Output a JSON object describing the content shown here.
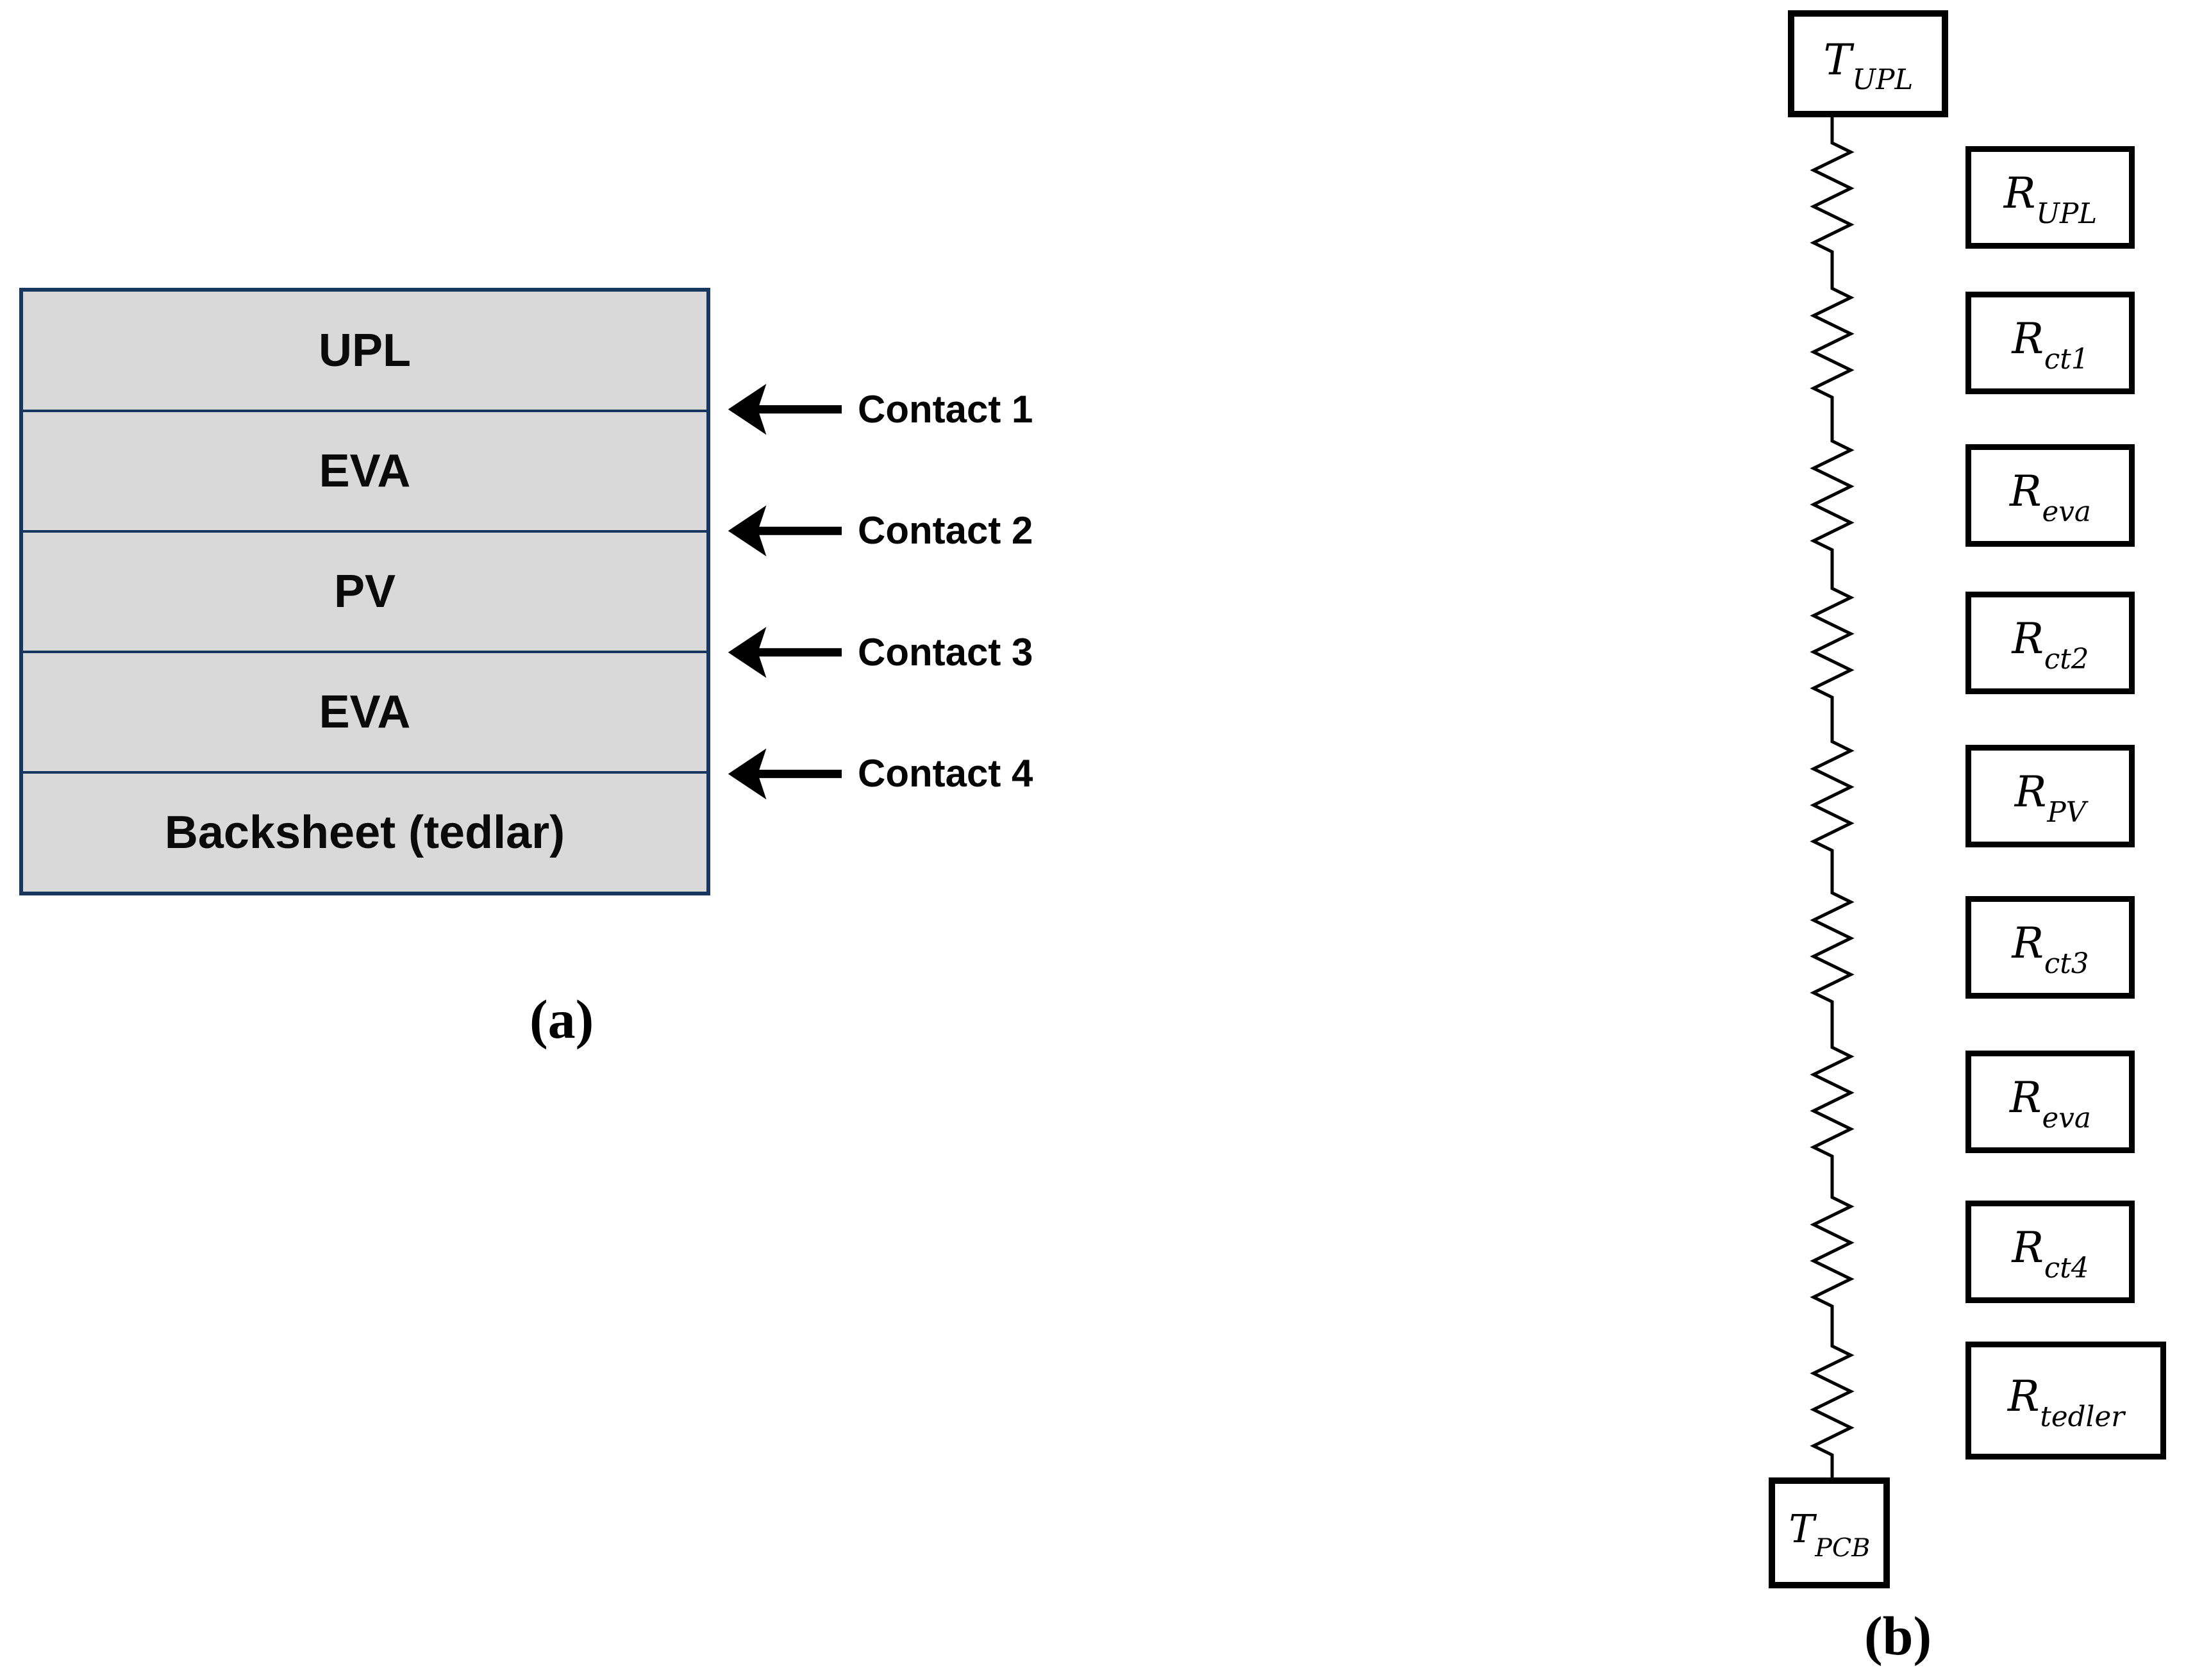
{
  "figure": {
    "panel_a": {
      "caption": "(a)",
      "layers": [
        {
          "label": "UPL"
        },
        {
          "label": "EVA"
        },
        {
          "label": "PV"
        },
        {
          "label": "EVA"
        },
        {
          "label": "Backsheet (tedlar)"
        }
      ],
      "contacts": [
        {
          "label": "Contact 1"
        },
        {
          "label": "Contact 2"
        },
        {
          "label": "Contact 3"
        },
        {
          "label": "Contact 4"
        }
      ]
    },
    "panel_b": {
      "caption": "(b)",
      "top_node": {
        "base": "T",
        "sub": "UPL"
      },
      "bottom_node": {
        "base": "T",
        "sub": "PCB"
      },
      "resistors": [
        {
          "base": "R",
          "sub": "UPL"
        },
        {
          "base": "R",
          "sub": "ct1"
        },
        {
          "base": "R",
          "sub": "eva"
        },
        {
          "base": "R",
          "sub": "ct2"
        },
        {
          "base": "R",
          "sub": "PV"
        },
        {
          "base": "R",
          "sub": "ct3"
        },
        {
          "base": "R",
          "sub": "eva"
        },
        {
          "base": "R",
          "sub": "ct4"
        },
        {
          "base": "R",
          "sub": "tedler"
        }
      ]
    },
    "colors": {
      "layer_fill": "#d9d9d9",
      "layer_border": "#17375e",
      "line": "#000000"
    }
  }
}
